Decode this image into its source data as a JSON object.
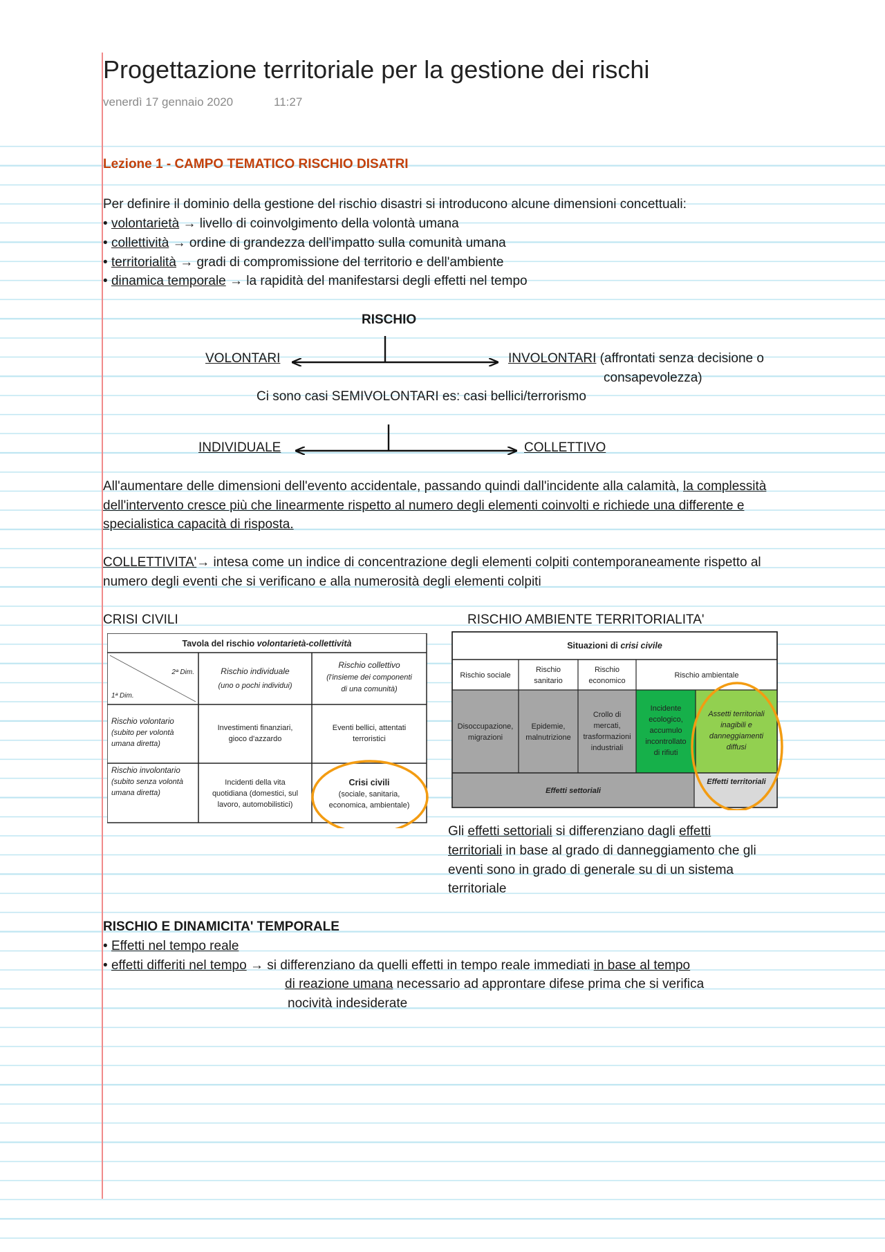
{
  "header": {
    "title": "Progettazione territoriale per la gestione dei rischi",
    "date": "venerdì 17 gennaio 2020",
    "time": "11:27"
  },
  "lesson": {
    "title": "Lezione 1 - CAMPO TEMATICO RISCHIO DISATRI",
    "intro": "Per definire il dominio della gestione del rischio disastri si introducono alcune dimensioni concettuali:",
    "bullets": [
      {
        "term": "volontarietà",
        "desc": " → livello di coinvolgimento della volontà umana"
      },
      {
        "term": "collettività",
        "desc": " → ordine di grandezza dell'impatto sulla comunità umana"
      },
      {
        "term": "territorialità",
        "desc": " → gradi di compromissione del territorio e dell'ambiente"
      },
      {
        "term": "dinamica temporale",
        "desc": " → la rapidità del manifestarsi degli effetti nel tempo"
      }
    ]
  },
  "diagram": {
    "rischio": "RISCHIO",
    "volontari": "VOLONTARI",
    "involontari": "INVOLONTARI",
    "involontari_note1": "(affrontati senza decisione o",
    "involontari_note2": "consapevolezza)",
    "semivolontari": "Ci sono casi SEMIVOLONTARI es: casi bellici/terrorismo",
    "individuale": "INDIVIDUALE",
    "collettivo": "COLLETTIVO"
  },
  "complexity": {
    "l1_plain": "All'aumentare delle dimensioni dell'evento accidentale, passando quindi dall'incidente alla calamità, ",
    "l1_u": "la complessità",
    "l2_u": "dell'intervento cresce più che linearmente rispetto al numero degli elementi coinvolti e richiede una differente e",
    "l3_u": "specialistica capacità di risposta."
  },
  "collettivita": {
    "term": "COLLETTIVITA'",
    "l1": "→ intesa come un indice di concentrazione degli elementi colpiti contemporaneamente rispetto al",
    "l2": "numero degli eventi che si verificano e alla numerosità degli elementi colpiti"
  },
  "crisi_civili": {
    "label": "CRISI CIVILI",
    "table": {
      "title_plain": "Tavola del rischio ",
      "title_italic": "volontarietà-collettività",
      "corner_2": "2ª Dim.",
      "corner_1": "1ª Dim.",
      "col1_a": "Rischio individuale",
      "col1_b": "(uno o pochi individui)",
      "col2_a": "Rischio collettivo",
      "col2_b": "(l'insieme dei componenti",
      "col2_c": "di una comunità)",
      "row1_a": "Rischio volontario",
      "row1_b": "(subito per volontà",
      "row1_c": "umana diretta)",
      "row2_a": "Rischio involontario",
      "row2_b": "(subito senza volontà",
      "row2_c": "umana diretta)",
      "c11_a": "Investimenti finanziari,",
      "c11_b": "gioco d'azzardo",
      "c12_a": "Eventi bellici, attentati",
      "c12_b": "terroristici",
      "c21_a": "Incidenti della vita",
      "c21_b": "quotidiana (domestici, sul",
      "c21_c": "lavoro, automobilistici)",
      "c22_a": "Crisi civili",
      "c22_b": "(sociale, sanitaria,",
      "c22_c": "economica, ambientale)"
    }
  },
  "ambiente": {
    "label": "RISCHIO AMBIENTE TERRITORIALITA'",
    "table": {
      "title_plain": "Situazioni di ",
      "title_italic": "crisi civile",
      "h_sociale": "Rischio sociale",
      "h_sanitario_a": "Rischio",
      "h_sanitario_b": "sanitario",
      "h_economico_a": "Rischio",
      "h_economico_b": "economico",
      "h_ambientale": "Rischio ambientale",
      "c1_a": "Disoccupazione,",
      "c1_b": "migrazioni",
      "c2_a": "Epidemie,",
      "c2_b": "malnutrizione",
      "c3_a": "Crollo di",
      "c3_b": "mercati,",
      "c3_c": "trasformazioni",
      "c3_d": "industriali",
      "c4_a": "Incidente",
      "c4_b": "ecologico,",
      "c4_c": "accumulo",
      "c4_d": "incontrollato",
      "c4_e": "di rifiuti",
      "c5_a": "Assetti territoriali",
      "c5_b": "inagibili e",
      "c5_c": "danneggiamenti",
      "c5_d": "diffusi",
      "effetti_settoriali": "Effetti settoriali",
      "effetti_territoriali": "Effetti territoriali"
    },
    "colors": {
      "gray": "#a6a6a6",
      "green": "#16b04a",
      "lightgreen": "#92d050",
      "ring": "#f39c12"
    },
    "caption": {
      "l1_a": "Gli ",
      "l1_u1": "effetti settoriali",
      "l1_b": " si differenziano dagli ",
      "l1_u2": "effetti",
      "l2_u": "territoriali",
      "l2_b": " in base al grado di danneggiamento che gli",
      "l3": "eventi sono in grado di generale su di un sistema",
      "l4": "territoriale"
    }
  },
  "dinamica": {
    "title": "RISCHIO E DINAMICITA' TEMPORALE",
    "b1": "Effetti nel tempo reale",
    "b2_u": "effetti differiti nel tempo",
    "b2_a": " → si differenziano da quelli effetti in tempo reale immediati ",
    "b2_u2": "in base al tempo",
    "l2_u": " di reazione umana",
    "l2_b": " necessario ad approntare difese prima che si verifica",
    "l3": "nocività indesiderate"
  }
}
